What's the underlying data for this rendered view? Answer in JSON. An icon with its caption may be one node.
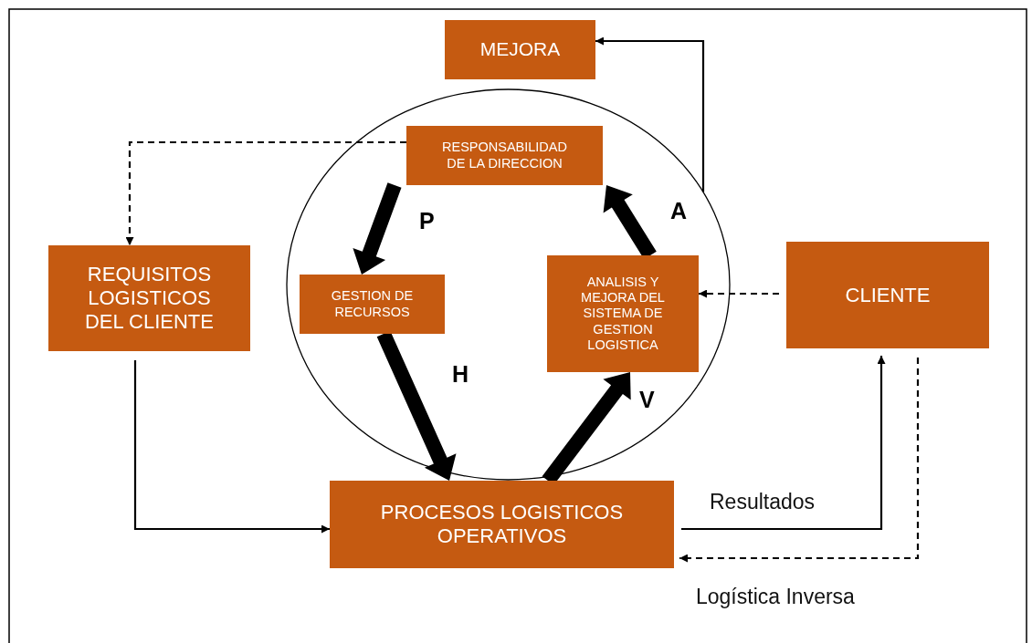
{
  "diagram": {
    "nodes": [
      {
        "text": [
          "MEJORA"
        ]
      },
      {
        "text": [],
        "shape": "circle"
      },
      {
        "text": [
          "RESPONSABILIDAD DE LA DIRECCION"
        ],
        "in": 1
      },
      {
        "text": [
          "GESTION DE RECURSOS"
        ],
        "in": 1
      },
      {
        "text": [
          "ANALISIS Y MEJORA DEL SISTEMA DE GESTION LOGISTICA"
        ],
        "in": 1
      },
      {
        "text": [
          "REQUISITOS LOGISTICOS DEL CLIENTE"
        ]
      },
      {
        "text": [
          "CLIENTE"
        ]
      },
      {
        "text": [
          "PROCESOS LOGISTICOS OPERATIVOS"
        ]
      }
    ],
    "edges": [
      {
        "from": 1,
        "to": 0,
        "arrow": "to"
      },
      {
        "from": 2,
        "to": 5,
        "arrow": "to",
        "style": "dashed"
      },
      {
        "from": 5,
        "to": 7,
        "arrow": "to"
      },
      {
        "from": 7,
        "to": 6,
        "arrow": "to",
        "label": "Resultados"
      },
      {
        "from": 6,
        "to": 7,
        "arrow": "to",
        "style": "dashed",
        "label": "Logística Inversa"
      },
      {
        "from": 6,
        "to": 4,
        "arrow": "to",
        "style": "dashed"
      },
      {
        "from": 2,
        "to": 3,
        "arrow": "to",
        "style": "thick",
        "label": "P"
      },
      {
        "from": 3,
        "to": 7,
        "arrow": "to",
        "style": "thick",
        "label": "H"
      },
      {
        "from": 7,
        "to": 4,
        "arrow": "to",
        "style": "thick",
        "label": "V"
      },
      {
        "from": 4,
        "to": 2,
        "arrow": "to",
        "style": "thick",
        "label": "A"
      }
    ]
  }
}
